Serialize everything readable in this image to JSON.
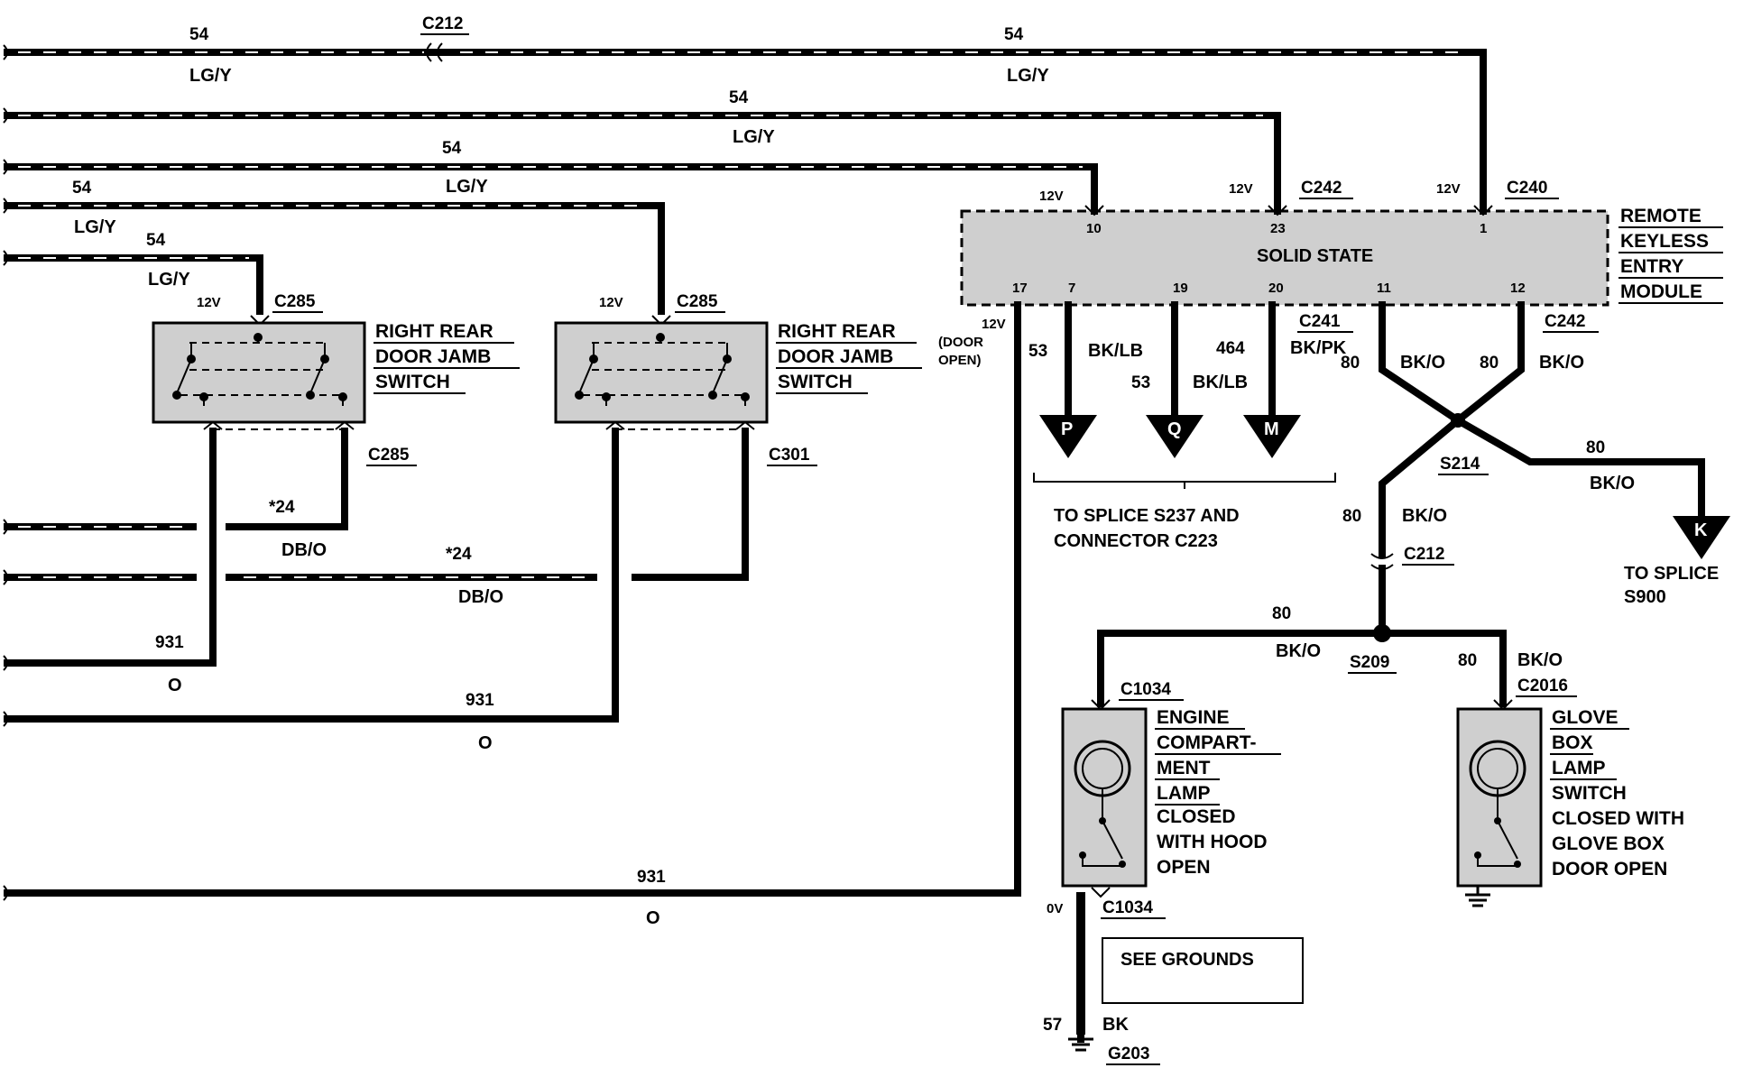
{
  "connectors": {
    "c212_top": "C212",
    "c212_mid": "C212",
    "c242_top": "C242",
    "c242_bot": "C242",
    "c240": "C240",
    "c241": "C241",
    "c285_a": "C285",
    "c285_b": "C285",
    "c285_c": "C285",
    "c301": "C301",
    "c1034_a": "C1034",
    "c1034_b": "C1034",
    "c2016": "C2016"
  },
  "splices": {
    "s214": "S214",
    "s209": "S209"
  },
  "ground": "G203",
  "module": {
    "title_lines": [
      "REMOTE",
      "KEYLESS",
      "ENTRY",
      "MODULE"
    ],
    "inner_label": "SOLID STATE",
    "pins_top": [
      "10",
      "23",
      "1"
    ],
    "pins_bottom": [
      "17",
      "7",
      "19",
      "20",
      "11",
      "12"
    ],
    "door_open_note": [
      "12V",
      "(DOOR",
      "OPEN)"
    ]
  },
  "voltages": {
    "v12": "12V",
    "v0": "0V"
  },
  "wires": {
    "w1_circuit_left": "54",
    "w1_color_left": "LG/Y",
    "w1_circuit_right": "54",
    "w1_color_right": "LG/Y",
    "w2_circuit": "54",
    "w2_color": "LG/Y",
    "w3_circuit": "54",
    "w3_color": "LG/Y",
    "w4_circuit": "54",
    "w4_color": "LG/Y",
    "w5_circuit": "54",
    "w5_color": "LG/Y",
    "db_circuit_a": "*24",
    "db_color_a": "DB/O",
    "db_circuit_b": "*24",
    "db_color_b": "DB/O",
    "o_circuit_a": "931",
    "o_color_a": "O",
    "o_circuit_b": "931",
    "o_color_b": "O",
    "o_circuit_c": "931",
    "o_color_c": "O",
    "p_circuit": "53",
    "p_color": "BK/LB",
    "q_circuit": "53",
    "q_color": "BK/LB",
    "m_circuit": "464",
    "m_color": "BK/PK",
    "bko_circuit_a": "80",
    "bko_color_a": "BK/O",
    "bko_circuit_b": "80",
    "bko_color_b": "BK/O",
    "bko_circuit_k": "80",
    "bko_color_k": "BK/O",
    "bko_circuit_d": "80",
    "bko_color_d": "BK/O",
    "bko_circuit_e": "80",
    "bko_color_e": "BK/O",
    "bko_circuit_f": "80",
    "bko_color_f": "BK/O",
    "gnd_circuit": "57",
    "gnd_color": "BK"
  },
  "arrows": {
    "p": "P",
    "q": "Q",
    "m": "M",
    "k": "K"
  },
  "switches": {
    "left_title": [
      "RIGHT REAR",
      "DOOR JAMB",
      "SWITCH"
    ],
    "right_title": [
      "RIGHT REAR",
      "DOOR JAMB",
      "SWITCH"
    ]
  },
  "lamps": {
    "engine_title": [
      "ENGINE",
      "COMPART-",
      "MENT",
      "LAMP"
    ],
    "engine_note": [
      "CLOSED",
      "WITH HOOD",
      "OPEN"
    ],
    "glove_title": [
      "GLOVE",
      "BOX",
      "LAMP"
    ],
    "glove_note": [
      "SWITCH",
      "CLOSED WITH",
      "GLOVE BOX",
      "DOOR OPEN"
    ]
  },
  "notes": {
    "splice_s237": [
      "TO SPLICE S237 AND",
      "CONNECTOR C223"
    ],
    "splice_s900": [
      "TO SPLICE",
      "S900"
    ],
    "see_grounds": "SEE GROUNDS"
  }
}
